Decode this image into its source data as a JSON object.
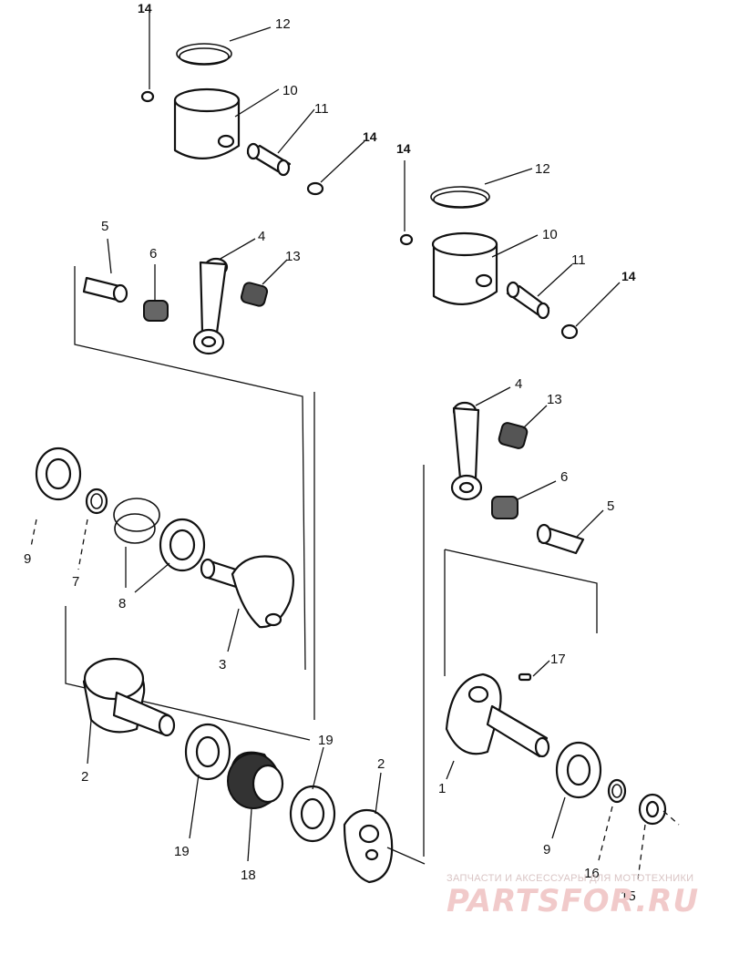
{
  "callouts": {
    "top_piston": {
      "c14a": "14",
      "c12": "12",
      "c10": "10",
      "c11": "11",
      "c14b": "14"
    },
    "right_piston": {
      "c14a": "14",
      "c12": "12",
      "c10": "10",
      "c11": "11",
      "c14b": "14"
    },
    "left_rod": {
      "c5": "5",
      "c6": "6",
      "c4": "4",
      "c13": "13"
    },
    "right_rod": {
      "c4": "4",
      "c13": "13",
      "c6": "6",
      "c5": "5"
    },
    "left_crank": {
      "c9": "9",
      "c7": "7",
      "c8": "8",
      "c3": "3",
      "c2": "2"
    },
    "center_crank": {
      "c19a": "19",
      "c19b": "19",
      "c18": "18",
      "c2": "2"
    },
    "right_crank": {
      "c17": "17",
      "c1": "1",
      "c9": "9",
      "c16": "16",
      "c15": "15"
    }
  },
  "watermark": {
    "tagline": "ЗАПЧАСТИ И АКСЕССУАРЫ ДЛЯ МОТОТЕХНИКИ",
    "logo": "PARTSFOR.RU"
  }
}
